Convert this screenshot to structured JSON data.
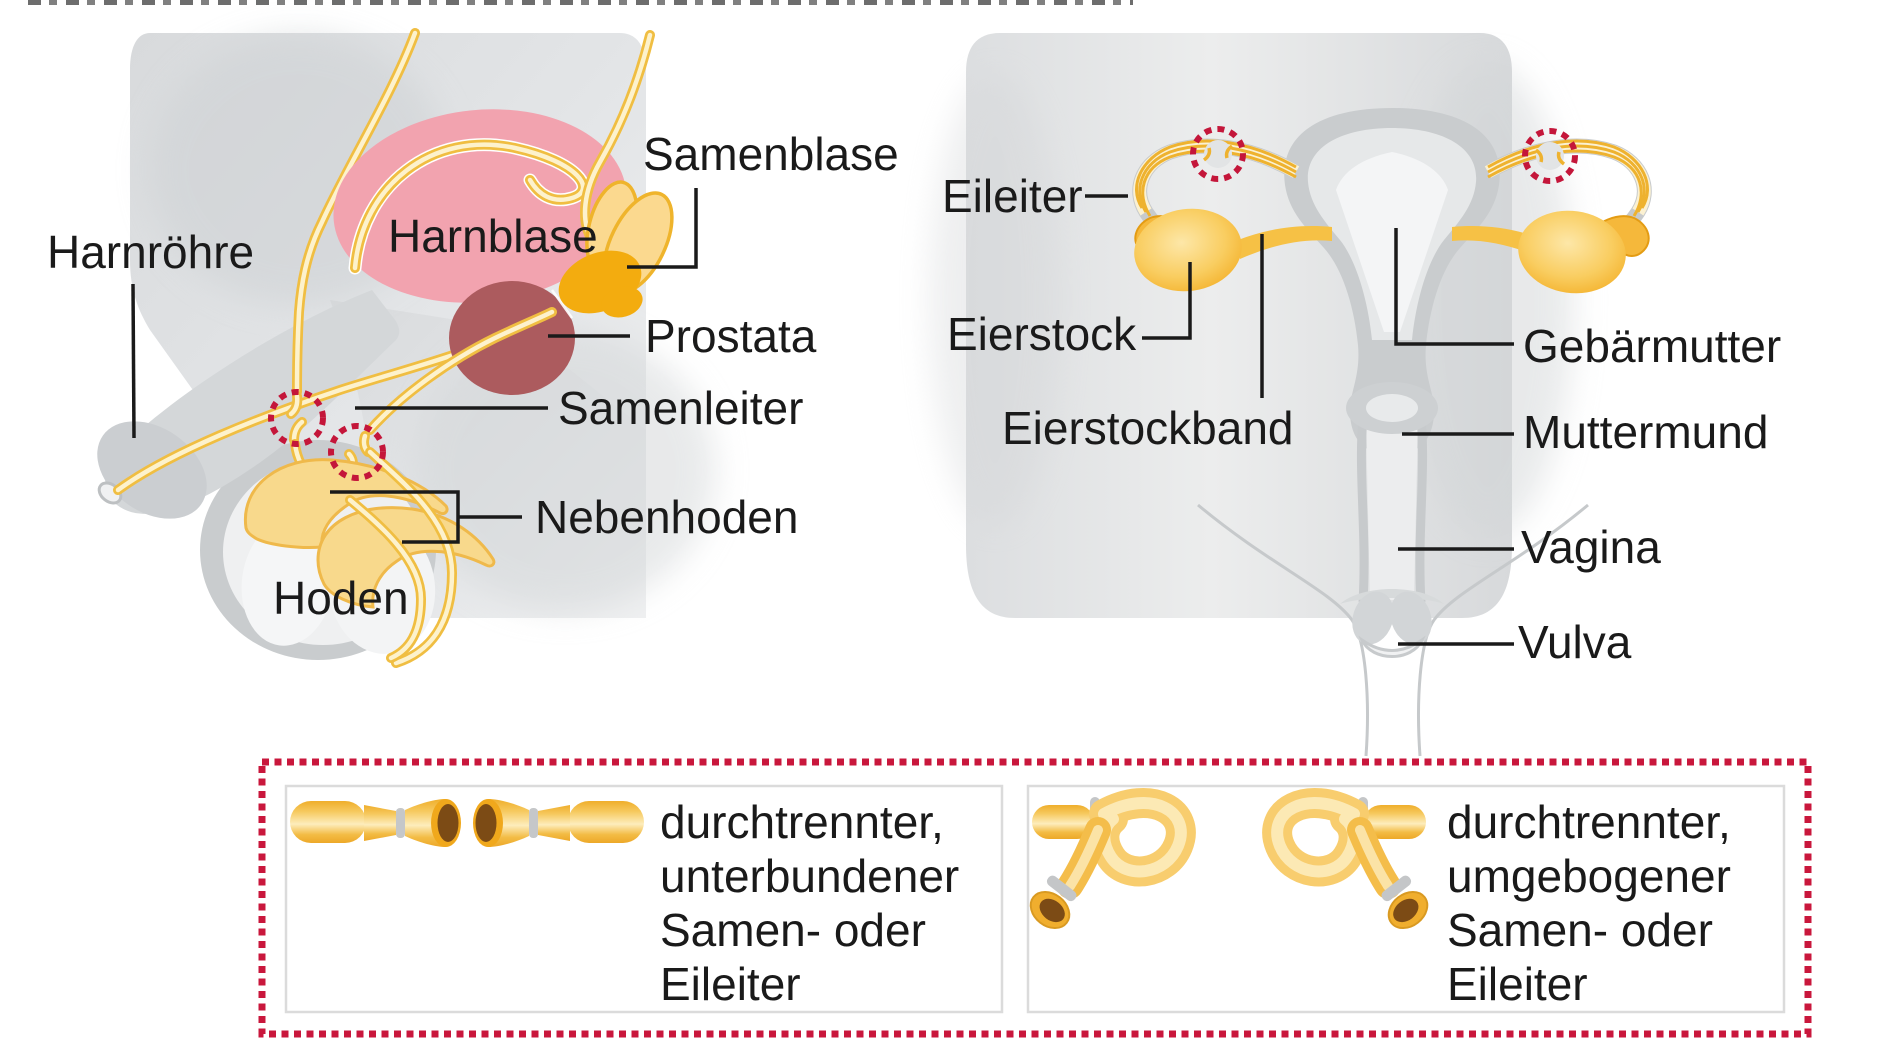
{
  "male": {
    "labels": {
      "harnroehre": "Harnröhre",
      "harnblase": "Harnblase",
      "samenblase": "Samenblase",
      "prostata": "Prostata",
      "samenleiter": "Samenleiter",
      "nebenhoden": "Nebenhoden",
      "hoden": "Hoden"
    }
  },
  "female": {
    "labels": {
      "eileiter": "Eileiter",
      "eierstock": "Eierstock",
      "eierstockband": "Eierstockband",
      "gebaermutter": "Gebärmutter",
      "muttermund": "Muttermund",
      "vagina": "Vagina",
      "vulva": "Vulva"
    }
  },
  "legend": {
    "panels": [
      {
        "lines": [
          "durchtrennter,",
          "unterbundener",
          "Samen- oder",
          "Eileiter"
        ]
      },
      {
        "lines": [
          "durchtrennter,",
          "umgebogener",
          "Samen- oder",
          "Eileiter"
        ]
      }
    ]
  },
  "colors": {
    "cut_marker_red": "#C9173C",
    "bladder_pink": "#F2A3AF",
    "prostate_red": "#AC5B5E",
    "organ_gold": "#F5B83B",
    "tube_gold": "#F0BE42",
    "silhouette_gray": "#DCDEE0"
  }
}
